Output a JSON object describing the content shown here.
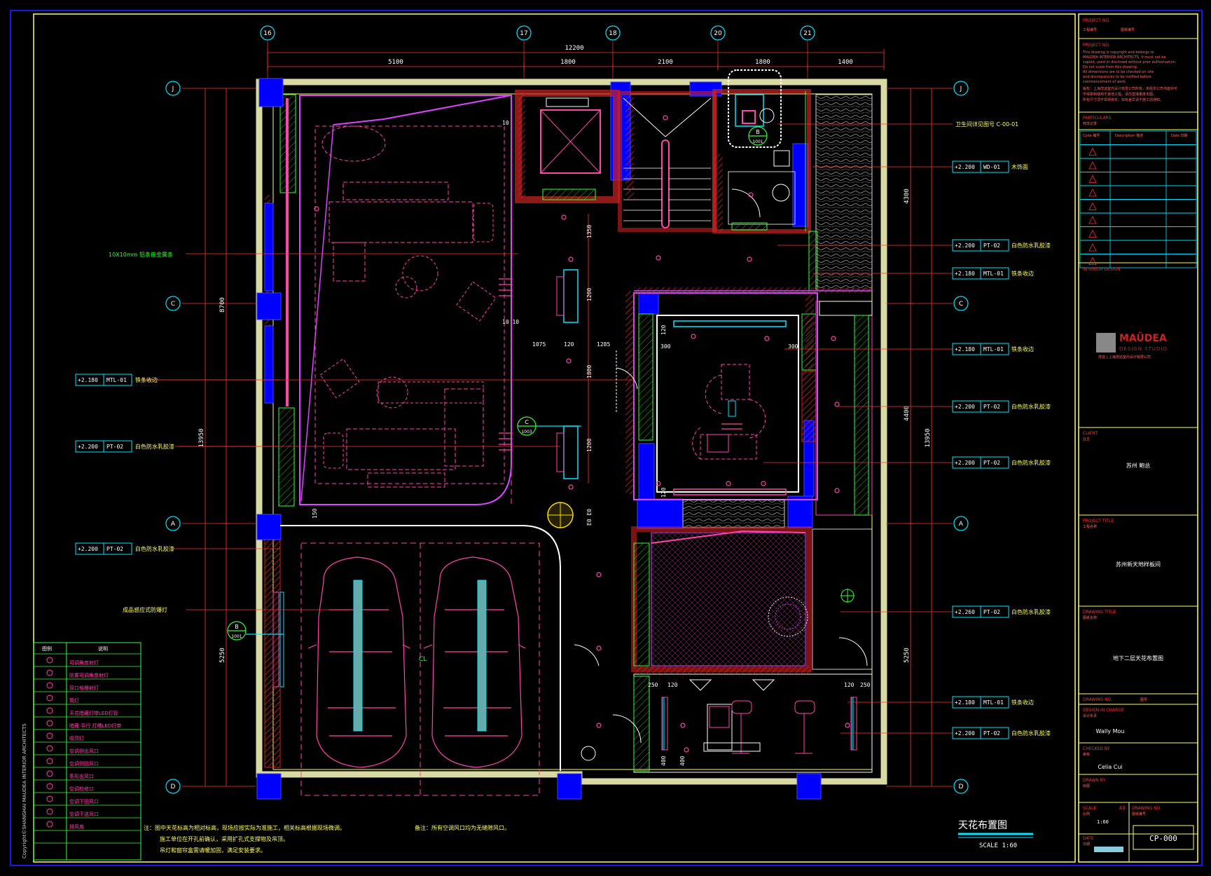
{
  "colors": {
    "background": "#000000",
    "frame": "#1a1ae6",
    "border": "#ffff66",
    "wall": "#d9d9a3",
    "column": "#0000ff",
    "hatch": "#cc2222",
    "furniture": "#ff44aa",
    "ceiling": "#dd44ff",
    "dim": "#ff3333",
    "cyan": "#00e5ff",
    "green": "#33ff33",
    "white": "#ffffff"
  },
  "dimensions": {
    "total_width": "12200",
    "segments": [
      "5100",
      "1800",
      "2100",
      "1800",
      "1400"
    ],
    "right_upper": "4300",
    "right_mid": "4400",
    "right_lower": "5250",
    "right_total": "13950",
    "left_upper": "8700",
    "left_lower": "5250",
    "left_total": "13950",
    "inner": [
      "1350",
      "1200",
      "1800",
      "1200",
      "1075",
      "120",
      "1285",
      "300",
      "300",
      "10",
      "10 10",
      "120",
      "120",
      "250",
      "120",
      "120",
      "250",
      "400",
      "400",
      "150",
      "E0 E0"
    ]
  },
  "grid_axes": {
    "top": [
      "16",
      "17",
      "18",
      "20",
      "21"
    ],
    "left": [
      "J",
      "C",
      "A",
      "D"
    ]
  },
  "tags": {
    "right": [
      {
        "height": "",
        "code": "",
        "desc": "卫生间详见图号 C-00-01"
      },
      {
        "height": "+2.200",
        "code": "WD-01",
        "desc": "木饰面"
      },
      {
        "height": "+2.200",
        "code": "PT-02",
        "desc": "白色防水乳胶漆"
      },
      {
        "height": "+2.180",
        "code": "MTL-01",
        "desc": "铁条收边"
      },
      {
        "height": "+2.180",
        "code": "MTL-01",
        "desc": "铁条收边"
      },
      {
        "height": "+2.200",
        "code": "PT-02",
        "desc": "白色防水乳胶漆"
      },
      {
        "height": "+2.200",
        "code": "PT-02",
        "desc": "白色防水乳胶漆"
      },
      {
        "height": "+2.260",
        "code": "PT-02",
        "desc": "白色防水乳胶漆"
      },
      {
        "height": "+2.180",
        "code": "MTL-01",
        "desc": "铁条收边"
      },
      {
        "height": "+2.200",
        "code": "PT-02",
        "desc": "白色防水乳胶漆"
      }
    ],
    "left": [
      {
        "height": "",
        "code": "",
        "desc": "10X10mm 铝条嵌金属条"
      },
      {
        "height": "+2.180",
        "code": "MTL-01",
        "desc": "铁条收边"
      },
      {
        "height": "+2.200",
        "code": "PT-02",
        "desc": "白色防水乳胶漆"
      },
      {
        "height": "+2.200",
        "code": "PT-02",
        "desc": "白色防水乳胶漆"
      },
      {
        "height": "",
        "code": "",
        "desc": "成品感应式防爆灯"
      }
    ]
  },
  "callouts": [
    {
      "letter": "B",
      "num": "1001"
    },
    {
      "letter": "C",
      "num": "1003"
    },
    {
      "letter": "B",
      "num": "1001"
    }
  ],
  "legend": {
    "headers": [
      "图例",
      "说明"
    ],
    "items": [
      "可调角度射灯",
      "防雾可调角度射灯",
      "双口格栅射灯",
      "筒灯",
      "天花暗藏灯带LED灯管",
      "暗藏·平行 灯槽LED灯带",
      "吸顶灯",
      "空调侧出风口",
      "空调侧回风口",
      "条形出风口",
      "空调检修口",
      "空调下回风口",
      "空调下送风口",
      "排风扇"
    ]
  },
  "notes": {
    "note1_line1": "注：图中天花标高为相对标高，现场应按实际为准施工，相关标高根据现场微调。",
    "note1_line2": "施工单位在开孔前确认，采用扩孔式支撑物及吊顶。",
    "note1_line3": "吊灯和窗帘盒需请暖加固，满足安装要求。",
    "note2": "备注：所有空调风口均为无缝隙风口。"
  },
  "drawing": {
    "title": "天花布置图",
    "scale": "SCALE 1:60",
    "centerline": "CL"
  },
  "copyright": "Copyright©SHANGHAI MAUDEA INTERIOR ARCHITECTS",
  "title_block": {
    "project_no_label": "PROJECT NO.",
    "project_no_a": "工程编号",
    "project_no_b": "图纸编号",
    "notes_label": "PROJECT NO.",
    "notes_lines": [
      "This drawing is copyright and belongs to",
      "MAUDEA INTERIOR ARCHITECTS. It must not be",
      "copied, used or disclosed without prior authorisation.",
      "Do not scale from this drawing.",
      "All dimensions are to be checked on site",
      "and discrepancies to be notified before",
      "commencement of work."
    ],
    "notes_cn": [
      "版权：上海茂迪室内设计有限公司所有，未经本公司书面许可",
      "不得复制或用于其他工程。请勿直接量度本图，",
      "所有尺寸须于现场核实，如有差异请于施工前通知。"
    ],
    "particulars_label": "PARTICULARS",
    "particulars_cn": "修改记录",
    "revision_headers": [
      "Code 编号",
      "Description 描述",
      "Date 日期"
    ],
    "interior_design_label": "INTERIOR DESIGN",
    "logo_name": "MAÛDEA",
    "logo_sub": "DESIGN STUDIO",
    "logo_cn": "茂迪 | 上海茂迪室内设计有限公司",
    "client_label": "CLIENT",
    "client_cn": "业主",
    "client_value": "苏州 鲍总",
    "project_title_label": "PROJECT TITLE",
    "project_title_cn": "工程名称",
    "project_title_value": "苏州新天地样板间",
    "drawing_title_label": "DRAWING TITLE",
    "drawing_title_cn": "图纸名称",
    "drawing_title_value": "地下二层天花布置图",
    "drawing_no_label": "DRAWING NO.",
    "drawing_no_cn": "图号",
    "design_label": "DESIGN IN CHARGE",
    "design_cn": "设计负责",
    "design_value": "Wally Mou",
    "checked_label": "CHECKED BY",
    "checked_cn": "审核",
    "checked_value": "Celia Cui",
    "drawn_label": "DRAWN BY",
    "drawn_cn": "绘图",
    "scale_label": "SCALE",
    "scale_cn": "比例",
    "size_value": "A3",
    "scale_value": "1:60",
    "date_label": "DATE",
    "date_cn": "日期",
    "sheet_label": "DRAWING NO.",
    "sheet_cn": "图纸编号",
    "sheet_value": "CP-000"
  }
}
